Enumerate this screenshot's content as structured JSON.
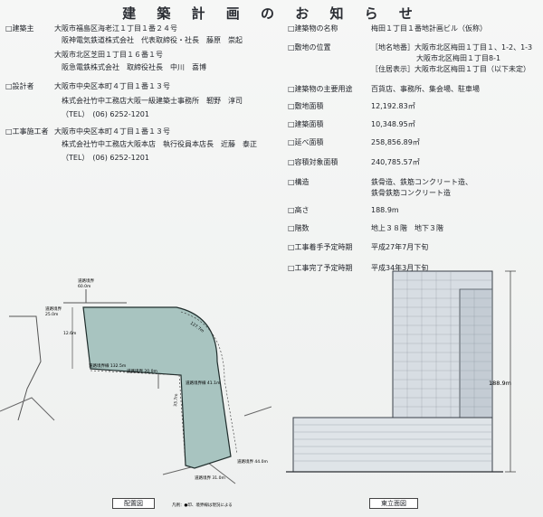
{
  "title": "建 築 計 画 の お 知 ら せ",
  "left": {
    "owner_label": "□建築主",
    "owner_lines": [
      "大阪市福島区海老江１丁目１番２４号",
      "阪神電気鉄道株式会社　代表取締役・社長　藤原　崇起",
      "大阪市北区芝田１丁目１６番１号",
      "阪急電鉄株式会社　取締役社長　中川　喜博"
    ],
    "designer_label": "□設計者",
    "designer_lines": [
      "大阪市中央区本町４丁目１番１３号",
      "株式会社竹中工務店大阪一級建築士事務所　靭野　淳司",
      "（TEL）　(06) 6252-1201"
    ],
    "builder_label": "□工事施工者",
    "builder_lines": [
      "大阪市中央区本町４丁目１番１３号",
      "株式会社竹中工務店大阪本店　執行役員本店長　近藤　泰正",
      "（TEL）　(06) 6252-1201"
    ]
  },
  "right": {
    "rows": [
      {
        "label": "□建築物の名称",
        "value": "梅田１丁目１番地計画ビル（仮称）"
      },
      {
        "label": "□敷地の位置",
        "value": "［地名地番］大阪市北区梅田１丁目１、1-2、1-3"
      },
      {
        "label": "",
        "value": "大阪市北区梅田１丁目8-1"
      },
      {
        "label": "",
        "value": "［住居表示］大阪市北区梅田１丁目（以下未定）"
      },
      {
        "label": "□建築物の主要用途",
        "value": "百貨店、事務所、集会場、駐車場"
      },
      {
        "label": "□敷地面積",
        "value": "12,192.83㎡"
      },
      {
        "label": "□建築面積",
        "value": "10,348.95㎡"
      },
      {
        "label": "□延べ面積",
        "value": "258,856.89㎡"
      },
      {
        "label": "□容積対象面積",
        "value": "240,785.57㎡"
      },
      {
        "label": "□構造",
        "value": "鉄骨造、鉄筋コンクリート造、"
      },
      {
        "label": "",
        "value": "鉄骨鉄筋コンクリート造"
      },
      {
        "label": "□高さ",
        "value": "188.9m"
      },
      {
        "label": "□階数",
        "value": "地上３８階　地下３階"
      },
      {
        "label": "□工事着手予定時期",
        "value": "平成27年7月下旬"
      },
      {
        "label": "□工事完了予定時期",
        "value": "平成34年3月下旬"
      }
    ]
  },
  "plan": {
    "caption": "配置図",
    "labels": {
      "road_north": "道路境界",
      "road_north_w": "60.0m",
      "road_left": "道路境界",
      "road_left_w": "25.0m",
      "dim_12": "12.6m",
      "dim_127": "127.7m",
      "dim_132": "道路境界線 132.5m",
      "dim_200": "道路境界 20.0m",
      "dim_41": "道路境界線 41.1m",
      "dim_33": "33.7m",
      "dim_440": "道路境界 44.0m",
      "dim_310": "道路境界 31.0m"
    },
    "note": "凡例：●印、境界線は現況による"
  },
  "elevation": {
    "caption": "東立面図",
    "height_label": "188.9m"
  }
}
